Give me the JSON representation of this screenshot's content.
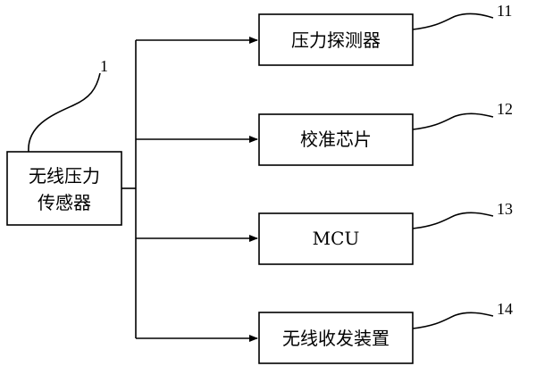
{
  "diagram": {
    "source": {
      "lines": [
        "无线压力",
        "传感器"
      ],
      "ref": "1"
    },
    "targets": [
      {
        "label": "压力探测器",
        "ref": "11"
      },
      {
        "label": "校准芯片",
        "ref": "12"
      },
      {
        "label": "MCU",
        "ref": "13"
      },
      {
        "label": "无线收发装置",
        "ref": "14"
      }
    ]
  }
}
